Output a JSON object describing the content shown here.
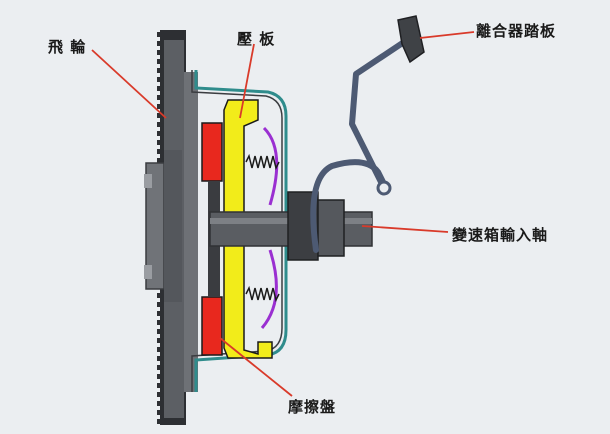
{
  "labels": {
    "flywheel": "飛 輪",
    "pressure_plate": "壓 板",
    "clutch_pedal": "離合器踏板",
    "gearbox_input_shaft": "變速箱輸入軸",
    "friction_disc": "摩擦盤"
  },
  "colors": {
    "background": "#ebeef1",
    "flywheel": "#4a4d52",
    "flywheel_dark": "#2d2f33",
    "housing": "#2f8c8c",
    "pressure_plate": "#f2ec1a",
    "friction_disc": "#e8281e",
    "shaft": "#5a5d62",
    "spring": "#9a2fd1",
    "pedal_linkage": "#4d5a73",
    "leader_line": "#d93a2a"
  }
}
